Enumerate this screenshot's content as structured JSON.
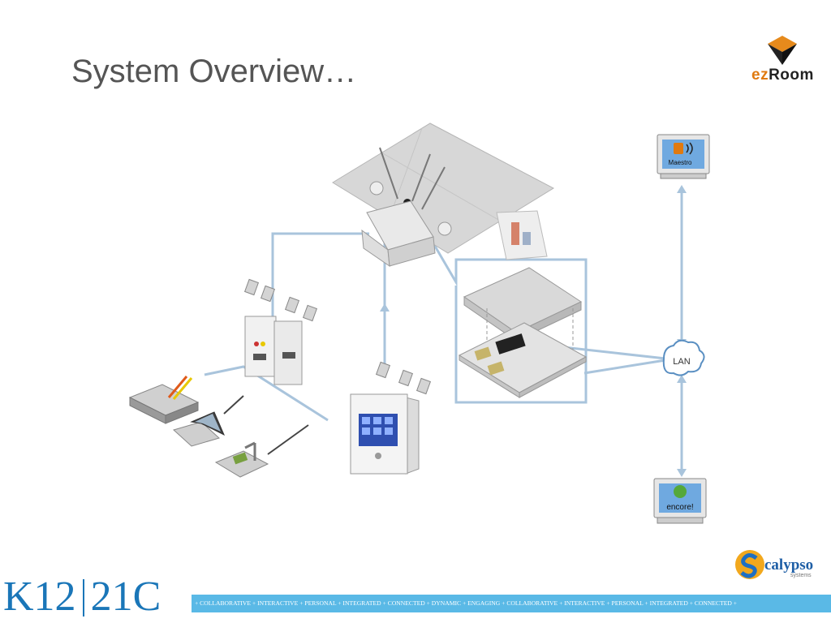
{
  "slide": {
    "title": "System Overview…"
  },
  "logos": {
    "ezroom_prefix": "ez",
    "ezroom_suffix": "Room",
    "calypso_name": "calypso",
    "calypso_sub": "systems",
    "k12_left": "K12",
    "k12_right": "21C"
  },
  "banner": {
    "text": "+ COLLABORATIVE + INTERACTIVE + PERSONAL + INTEGRATED + CONNECTED + DYNAMIC + ENGAGING + COLLABORATIVE + INTERACTIVE + PERSONAL + INTEGRATED + CONNECTED +"
  },
  "diagram": {
    "maestro_label": "Maestro",
    "lan_label": "LAN",
    "encore_label": "encore!"
  },
  "colors": {
    "connector": "#a9c4dc",
    "title": "#555555",
    "brand_blue": "#1a76b8",
    "banner": "#5ab9e6",
    "ezroom_orange": "#e07a10"
  }
}
